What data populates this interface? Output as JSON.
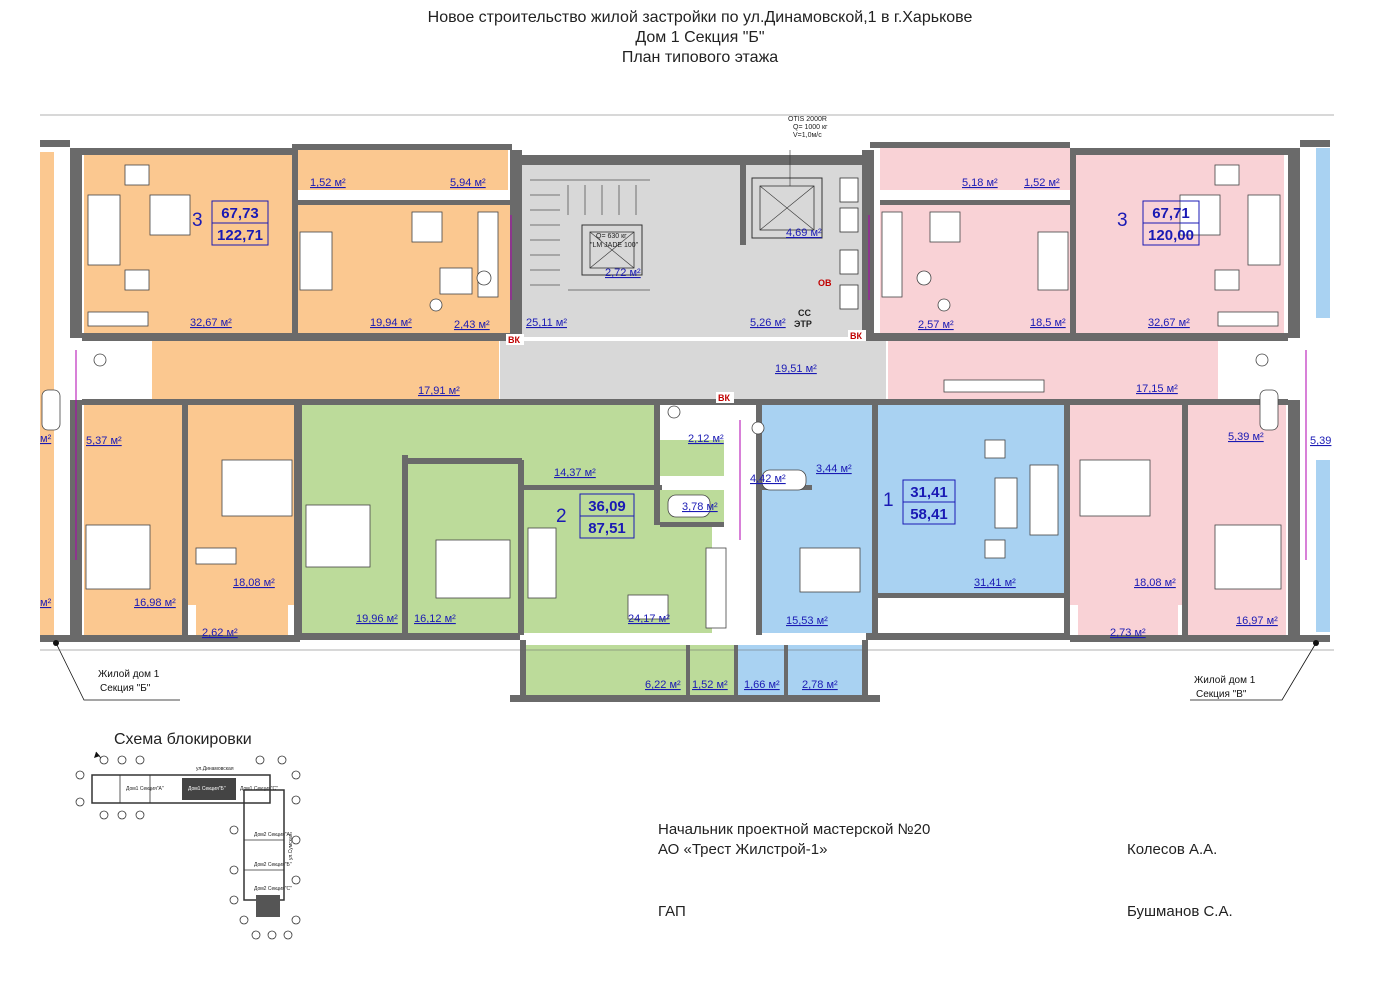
{
  "title": {
    "line1": "Новое строительство жилой застройки по ул.Динамовской,1 в г.Харькове",
    "line2": "Дом 1 Секция \"Б\"",
    "line3": "План типового этажа"
  },
  "apartments": [
    {
      "id": "apt3-left",
      "rooms": "3",
      "living": "67,73",
      "total": "122,71"
    },
    {
      "id": "apt3-right",
      "rooms": "3",
      "living": "67,71",
      "total": "120,00"
    },
    {
      "id": "apt2",
      "rooms": "2",
      "living": "36,09",
      "total": "87,51"
    },
    {
      "id": "apt1",
      "rooms": "1",
      "living": "31,41",
      "total": "58,41"
    }
  ],
  "areas": {
    "a1_52_l": "1,52 м²",
    "a5_94": "5,94 м²",
    "a5_18": "5,18 м²",
    "a1_52_r": "1,52 м²",
    "a32_67_l": "32,67 м²",
    "a19_94": "19,94 м²",
    "a2_43": "2,43 м²",
    "a25_11": "25,11 м²",
    "a2_72": "2,72 м²",
    "a4_69": "4,69 м²",
    "a5_26": "5,26 м²",
    "a2_57": "2,57 м²",
    "a18_5": "18,5 м²",
    "a32_67_r": "32,67 м²",
    "a17_91": "17,91 м²",
    "a19_51": "19,51 м²",
    "a17_15": "17,15 м²",
    "a5_37": "5,37 м²",
    "a14_37": "14,37 м²",
    "a2_12": "2,12 м²",
    "a4_42": "4,42 м²",
    "a3_44": "3,44 м²",
    "a3_78": "3,78 м²",
    "a5_39_a": "5,39 м²",
    "a5_39_b": "5,39",
    "a16_98": "16,98 м²",
    "a18_08_l": "18,08 м²",
    "a19_96": "19,96 м²",
    "a16_12": "16,12 м²",
    "a24_17": "24,17 м²",
    "a15_53": "15,53 м²",
    "a31_41": "31,41 м²",
    "a18_08_r": "18,08 м²",
    "a16_97": "16,97 м²",
    "a2_62": "2,62 м²",
    "a2_73": "2,73 м²",
    "a6_22": "6,22 м²",
    "a1_52_b": "1,52 м²",
    "a1_66": "1,66 м²",
    "a2_78": "2,78 м²",
    "a_edge_l1": "м²",
    "a_edge_l2": "м²"
  },
  "labels": {
    "lift_brand": "OTIS 2000R",
    "lift_load": "Q= 1000 кг",
    "lift_speed": "V=1,0м/с",
    "lift2_a": "Q= 630 кг",
    "lift2_b": "\"LM JADE 100\"",
    "vk1": "ВК",
    "vk2": "ВК",
    "vk3": "ВК",
    "ob": "ОВ",
    "ss": "СС",
    "etr": "ЭТР"
  },
  "callouts": {
    "left_line1": "Жилой дом 1",
    "left_line2": "Секция \"Б\"",
    "right_line1": "Жилой дом 1",
    "right_line2": "Секция \"В\""
  },
  "schema": {
    "title": "Схема блокировки",
    "street_top": "ул.Динамовская",
    "street_side": "ул.Сумская",
    "sec_a_top": "Дом1 Секция\"А\"",
    "sec_b_top": "Дом1 Секция\"Б\"",
    "sec_c_top": "Дом1 Секция\"С\"",
    "sec_a_side": "Дом2 Секция\"А\"",
    "sec_b_side": "Дом2 Секция\"Б\"",
    "sec_c_side": "Дом2 Секция\"С\""
  },
  "signatures": {
    "org_line1": "Начальник проектной мастерской №20",
    "org_line2": "АО «Трест Жилстрой-1»",
    "name1": "Колесов А.А.",
    "gap": "ГАП",
    "name2": "Бушманов С.А."
  },
  "colors": {
    "apt3_left": "#fbc890",
    "apt3_right": "#f9d2d6",
    "apt2": "#bcdb9a",
    "apt1": "#a9d2f2",
    "common": "#d8d8d8",
    "area_text": "#1a1ab4",
    "wall": "#6a6a6a",
    "marker": "#c00000"
  }
}
